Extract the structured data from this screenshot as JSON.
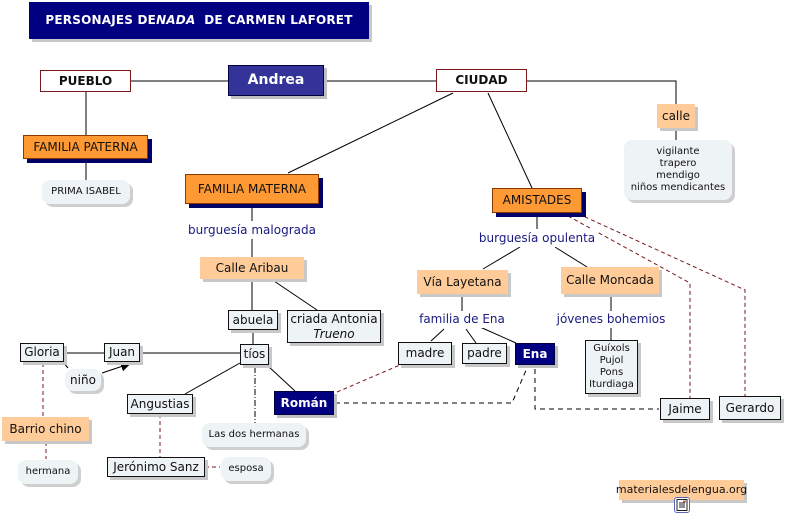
{
  "title": {
    "prefix": "PERSONAJES DE ",
    "emph": "NADA",
    "suffix": "  DE CARMEN LAFORET"
  },
  "nodes": {
    "andrea": "Andrea",
    "pueblo": "PUEBLO",
    "ciudad": "CIUDAD",
    "familia_paterna": "FAMILIA PATERNA",
    "prima_isabel": "PRIMA ISABEL",
    "familia_materna": "FAMILIA MATERNA",
    "burguesia_malograda": "burguesía malograda",
    "calle_aribau": "Calle Aribau",
    "abuela": "abuela",
    "criada_line1": "criada Antonia",
    "criada_line2": "Trueno",
    "tios": "tíos",
    "gloria": "Gloria",
    "juan": "Juan",
    "nino": "niño",
    "barrio_chino": "Barrio chino",
    "hermana": "hermana",
    "angustias": "Angustias",
    "jeronimo": "Jerónimo Sanz",
    "esposa": "esposa",
    "dos_hermanas": "Las dos hermanas",
    "roman": "Román",
    "calle": "calle",
    "calle_people": [
      "vigilante",
      "trapero",
      "mendigo",
      "niños mendicantes"
    ],
    "amistades": "AMISTADES",
    "burguesia_opulenta": "burguesía opulenta",
    "via_layetana": "Vía Layetana",
    "calle_moncada": "Calle Moncada",
    "familia_ena": "familia de Ena",
    "madre": "madre",
    "padre": "padre",
    "ena": "Ena",
    "jovenes_bohemios": "jóvenes bohemios",
    "bohemios": [
      "Guíxols",
      "Pujol",
      "Pons",
      "Iturdiaga"
    ],
    "jaime": "Jaime",
    "gerardo": "Gerardo",
    "website": "materialesdelengua.org",
    "website_icon": "document-icon"
  },
  "colors": {
    "navy": "#000080",
    "orange": "#ff9933",
    "peach": "#ffcc99",
    "dashed_link": "#7a1a1a"
  }
}
